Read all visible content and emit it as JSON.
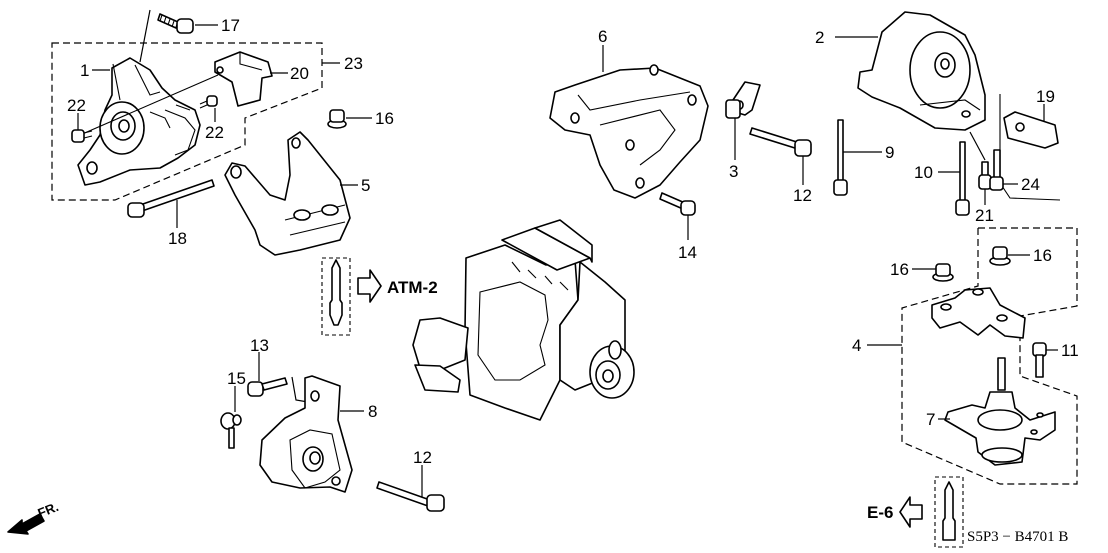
{
  "diagram": {
    "title_code": "S5P3 − B4701 B",
    "direction_label": "FR.",
    "references": [
      {
        "label": "ATM-2"
      },
      {
        "label": "E-6"
      }
    ],
    "callouts": [
      {
        "label": "1"
      },
      {
        "label": "2"
      },
      {
        "label": "3"
      },
      {
        "label": "4"
      },
      {
        "label": "5"
      },
      {
        "label": "6"
      },
      {
        "label": "7"
      },
      {
        "label": "8"
      },
      {
        "label": "9"
      },
      {
        "label": "10"
      },
      {
        "label": "11"
      },
      {
        "label": "12"
      },
      {
        "label": "12"
      },
      {
        "label": "13"
      },
      {
        "label": "14"
      },
      {
        "label": "15"
      },
      {
        "label": "16"
      },
      {
        "label": "16"
      },
      {
        "label": "16"
      },
      {
        "label": "17"
      },
      {
        "label": "18"
      },
      {
        "label": "19"
      },
      {
        "label": "20"
      },
      {
        "label": "21"
      },
      {
        "label": "22"
      },
      {
        "label": "22"
      },
      {
        "label": "23"
      },
      {
        "label": "24"
      }
    ]
  }
}
